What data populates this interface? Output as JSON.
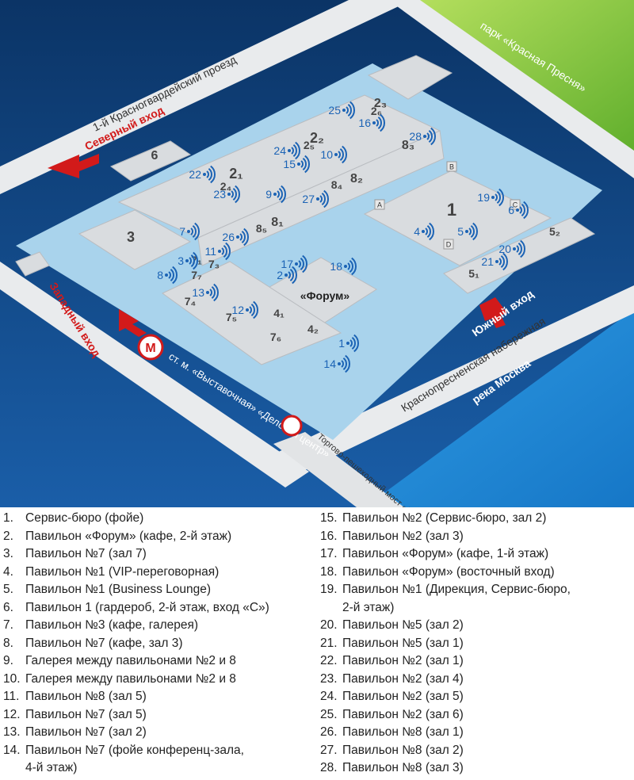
{
  "map": {
    "streets": {
      "north": "1-й Красногвардейский проезд",
      "embankment": "Краснопресненская набережная",
      "bridge": "Торгово-пешеходный мост «Багратион»"
    },
    "park": "парк «Красная Пресня»",
    "river": "река Москва",
    "entrances": {
      "north": "Северный вход",
      "west": "Западный вход",
      "south": "Южный вход"
    },
    "metro": {
      "symbol": "M",
      "name": "ст. м. «Выставочная» «Деловой центр»"
    },
    "pavilions": [
      {
        "id": "p1",
        "label": "1"
      },
      {
        "id": "p3",
        "label": "3"
      },
      {
        "id": "p6",
        "label": "6"
      },
      {
        "id": "forum",
        "label": "«Форум»"
      },
      {
        "id": "p2_1",
        "label": "2₁"
      },
      {
        "id": "p2_2",
        "label": "2₂"
      },
      {
        "id": "p2_3",
        "label": "2₃"
      },
      {
        "id": "p2_4",
        "label": "2₄"
      },
      {
        "id": "p2_5",
        "label": "2₅"
      },
      {
        "id": "p2_6",
        "label": "2₆"
      },
      {
        "id": "p8_1",
        "label": "8₁"
      },
      {
        "id": "p8_2",
        "label": "8₂"
      },
      {
        "id": "p8_3",
        "label": "8₃"
      },
      {
        "id": "p8_4",
        "label": "8₄"
      },
      {
        "id": "p8_5",
        "label": "8₅"
      },
      {
        "id": "p7_1",
        "label": "7₁"
      },
      {
        "id": "p7_3",
        "label": "7₃"
      },
      {
        "id": "p7_4",
        "label": "7₄"
      },
      {
        "id": "p7_5",
        "label": "7₅"
      },
      {
        "id": "p7_6",
        "label": "7₆"
      },
      {
        "id": "p7_7",
        "label": "7₇"
      },
      {
        "id": "p4_1",
        "label": "4₁"
      },
      {
        "id": "p4_2",
        "label": "4₂"
      },
      {
        "id": "p5_1",
        "label": "5₁"
      },
      {
        "id": "p5_2",
        "label": "5₂"
      }
    ],
    "entrance_letters": [
      "A",
      "B",
      "C",
      "D"
    ],
    "wifi_points": [
      "1",
      "2",
      "3",
      "4",
      "5",
      "6",
      "7",
      "8",
      "9",
      "10",
      "11",
      "12",
      "13",
      "14",
      "15",
      "16",
      "17",
      "18",
      "19",
      "20",
      "21",
      "22",
      "23",
      "24",
      "25",
      "26",
      "27",
      "28"
    ]
  },
  "legend": [
    {
      "n": "1.",
      "text": "Сервис-бюро (фойе)"
    },
    {
      "n": "2.",
      "text": "Павильон «Форум» (кафе, 2-й этаж)"
    },
    {
      "n": "3.",
      "text": "Павильон №7 (зал 7)"
    },
    {
      "n": "4.",
      "text": "Павильон №1 (VIP-переговорная)"
    },
    {
      "n": "5.",
      "text": "Павильон №1 (Business Lounge)"
    },
    {
      "n": "6.",
      "text": "Павильон 1 (гардероб, 2-й этаж, вход «С»)"
    },
    {
      "n": "7.",
      "text": "Павильон №3 (кафе, галерея)"
    },
    {
      "n": "8.",
      "text": "Павильон №7 (кафе, зал 3)"
    },
    {
      "n": "9.",
      "text": "Галерея между павильонами №2 и 8"
    },
    {
      "n": "10.",
      "text": "Галерея между павильонами №2 и 8"
    },
    {
      "n": "11.",
      "text": "Павильон №8 (зал 5)"
    },
    {
      "n": "12.",
      "text": "Павильон №7 (зал 5)"
    },
    {
      "n": "13.",
      "text": "Павильон №7 (зал 2)"
    },
    {
      "n": "14.",
      "text": "Павильон №7 (фойе конференц-зала,",
      "text2": "4-й этаж)"
    },
    {
      "n": "15.",
      "text": "Павильон №2 (Сервис-бюро, зал 2)"
    },
    {
      "n": "16.",
      "text": "Павильон №2 (зал 3)"
    },
    {
      "n": "17.",
      "text": "Павильон «Форум» (кафе, 1-й этаж)"
    },
    {
      "n": "18.",
      "text": "Павильон «Форум» (восточный вход)"
    },
    {
      "n": "19.",
      "text": "Павильон №1 (Дирекция, Сервис-бюро,",
      "text2": "2-й этаж)"
    },
    {
      "n": "20.",
      "text": "Павильон №5 (зал 2)"
    },
    {
      "n": "21.",
      "text": "Павильон №5 (зал 1)"
    },
    {
      "n": "22.",
      "text": "Павильон №2 (зал 1)"
    },
    {
      "n": "23.",
      "text": "Павильон №2 (зал 4)"
    },
    {
      "n": "24.",
      "text": "Павильон №2 (зал 5)"
    },
    {
      "n": "25.",
      "text": "Павильон №2 (зал 6)"
    },
    {
      "n": "26.",
      "text": "Павильон №8 (зал 1)"
    },
    {
      "n": "27.",
      "text": "Павильон №8 (зал 2)"
    },
    {
      "n": "28.",
      "text": "Павильон №8 (зал 3)"
    }
  ],
  "colors": {
    "sea_left": "#0b3f7a",
    "river": "#1f86d6",
    "park": "#7cc23a",
    "ground": "#a9d3ec",
    "road": "#e9ebed",
    "building": "#d9dcdf",
    "accent_red": "#d21a1a",
    "wifi_blue": "#1b63b5",
    "text": "#222222"
  }
}
